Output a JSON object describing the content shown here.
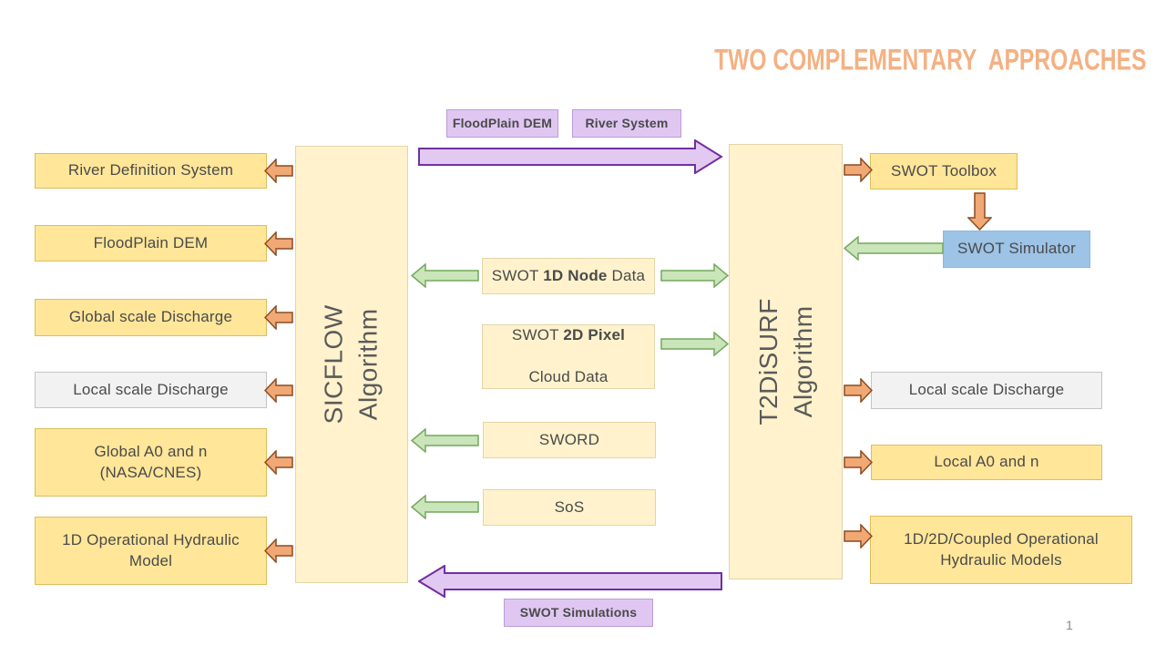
{
  "title": "TWO COMPLEMENTARY  APPROACHES",
  "page_number": "1",
  "colors": {
    "title_orange": "#F4B183",
    "yellow_box": "#FFE699",
    "cream_box": "#FFF2CC",
    "gray_box": "#F2F2F2",
    "blue_box": "#9DC3E6",
    "purple_arrow_fill": "#E2C9F1",
    "purple_arrow_border": "#7030A0",
    "green_arrow_fill": "#C9E5B9",
    "green_arrow_border": "#74A85E",
    "orange_arrow_fill": "#F0A875",
    "orange_arrow_border": "#8C4B21"
  },
  "left": {
    "boxes": [
      {
        "label": "River Definition System"
      },
      {
        "label": "FloodPlain DEM"
      },
      {
        "label": "Global scale Discharge"
      },
      {
        "label": "Local scale Discharge"
      },
      {
        "label": "Global A0 and n\n(NASA/CNES)"
      },
      {
        "label": "1D Operational Hydraulic\nModel"
      }
    ]
  },
  "columns": {
    "sicflow": "SICFLOW\nAlgorithm",
    "t2disurf": "T2DiSURF\nAlgorithm"
  },
  "top_flow": {
    "labels": [
      {
        "label": "FloodPlain DEM"
      },
      {
        "label": "River System"
      }
    ]
  },
  "mid": {
    "swot1d": {
      "pre": "SWOT ",
      "bold": "1D Node",
      "post": " Data"
    },
    "swot2d": {
      "pre": "SWOT ",
      "bold": "2D Pixel",
      "line2": "Cloud Data"
    },
    "sword": "SWORD",
    "sos": "SoS"
  },
  "bottom_flow": {
    "label": "SWOT Simulations"
  },
  "right": {
    "boxes": [
      {
        "label": "SWOT Toolbox"
      },
      {
        "label": "SWOT Simulator"
      },
      {
        "label": "Local scale Discharge"
      },
      {
        "label": "Local A0 and n"
      },
      {
        "label": "1D/2D/Coupled Operational\nHydraulic Models"
      }
    ]
  }
}
